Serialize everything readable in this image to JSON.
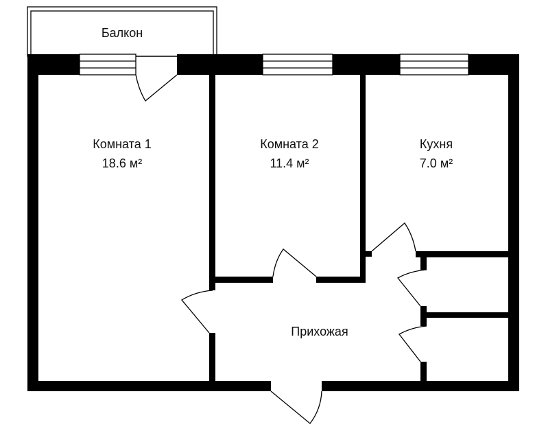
{
  "plan": {
    "balcony": {
      "name": "Балкон"
    },
    "rooms": [
      {
        "name": "Комната 1",
        "area": "18.6 м²"
      },
      {
        "name": "Комната 2",
        "area": "11.4 м²"
      },
      {
        "name": "Кухня",
        "area": "7.0 м²"
      }
    ],
    "hallway": {
      "name": "Прихожая"
    }
  },
  "colors": {
    "wall": "#000000",
    "background": "#ffffff"
  }
}
